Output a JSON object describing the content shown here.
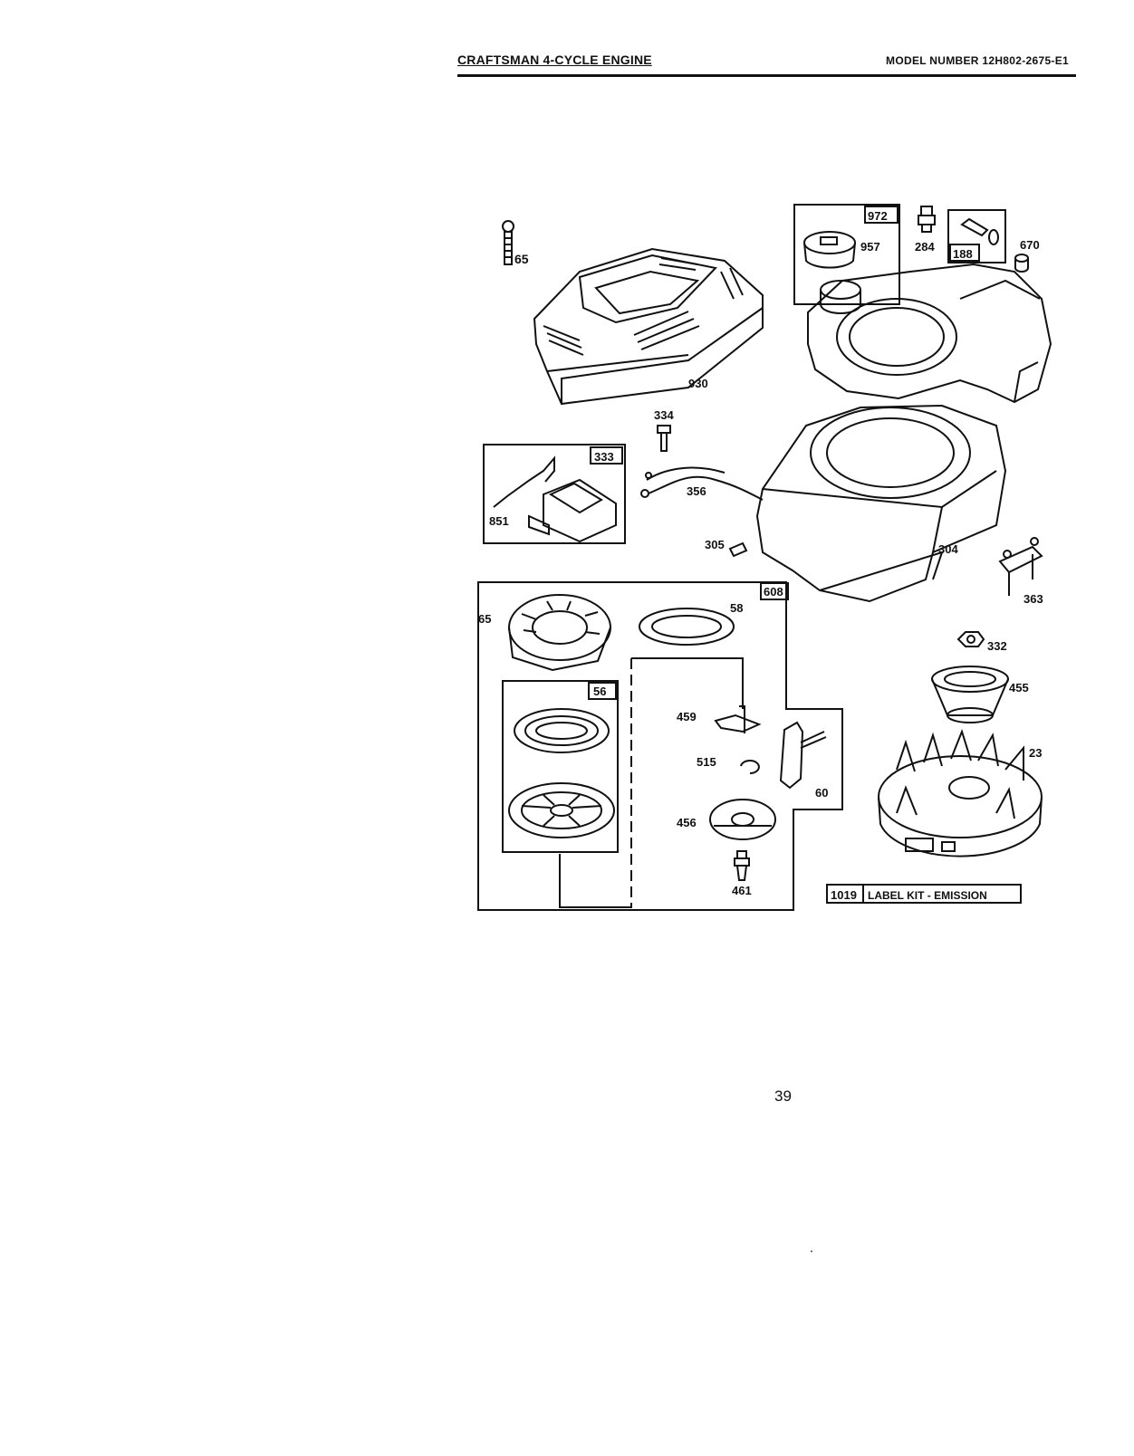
{
  "header": {
    "title": "CRAFTSMAN 4-CYCLE ENGINE",
    "model": "MODEL NUMBER 12H802-2675-E1"
  },
  "callouts": {
    "p65a": "65",
    "p930": "930",
    "p972": "972",
    "p957": "957",
    "p284": "284",
    "p188": "188",
    "p670": "670",
    "p334": "334",
    "p333": "333",
    "p851": "851",
    "p356": "356",
    "p305": "305",
    "p304": "304",
    "p363": "363",
    "p608": "608",
    "p65b": "65",
    "p58": "58",
    "p56": "56",
    "p459": "459",
    "p515": "515",
    "p60": "60",
    "p456": "456",
    "p461": "461",
    "p332": "332",
    "p455": "455",
    "p23": "23"
  },
  "label_kit": {
    "number": "1019",
    "text": "LABEL KIT - EMISSION"
  },
  "page_number": "39"
}
